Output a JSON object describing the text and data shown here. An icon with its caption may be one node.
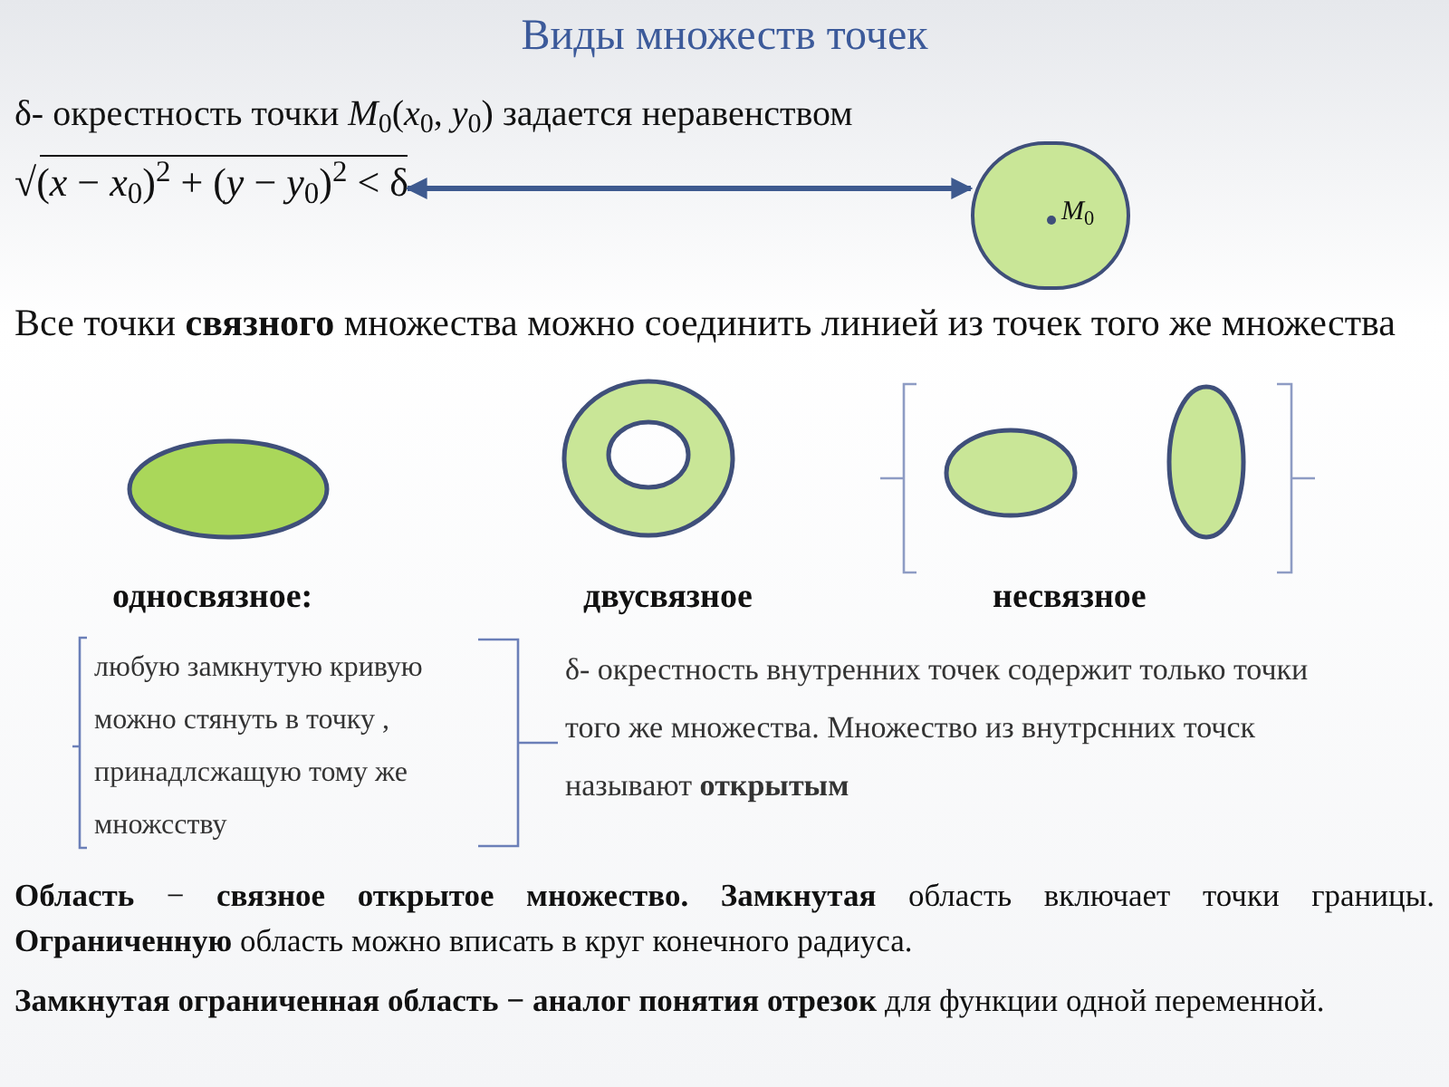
{
  "diagram": {
    "title": "Виды множеств точек",
    "nodes": [
      {
        "text": [
          "√(*x* − *x*$_{0}$)$^{2}$ + (*y* − *y*$_{0}$)$^{2}$ < δ"
        ]
      },
      {
        "text": [
          "*M*$_{0}$"
        ]
      },
      {
        "text": [],
        "shape": "ellipse"
      },
      {
        "text": [],
        "shape": "ring"
      },
      {
        "text": [],
        "shape": "ellipse"
      },
      {
        "text": [],
        "shape": "ellipse"
      }
    ],
    "edges": [
      {
        "from": 0,
        "to": 1,
        "arrow": "both"
      }
    ],
    "labels": [
      "δ- окрестность точки *M*$_{0}$(*x*$_{0}$,  *y*$_{0}$)  задается неравенством",
      "Все точки **связного** множества можно соединить линией из точек того же множества",
      "односвязное:",
      "двусвязное",
      "несвязное",
      "любую замкнутую кривую можно стянуть в точку , принадлсжащую тому же множсству",
      "δ- окрестность внутренних точек содержит только точки того же множества. Множество из внутрснних точск называют **открытым**",
      "**Область**  −  **связное открытое множество.**  **Замкнутая** область включает точки границы. **Ограниченную** область можно вписать в круг конечного радиуса.",
      "**Замкнутая ограниченная область −  аналог понятия отрезок**  для функции одной переменной."
    ]
  }
}
